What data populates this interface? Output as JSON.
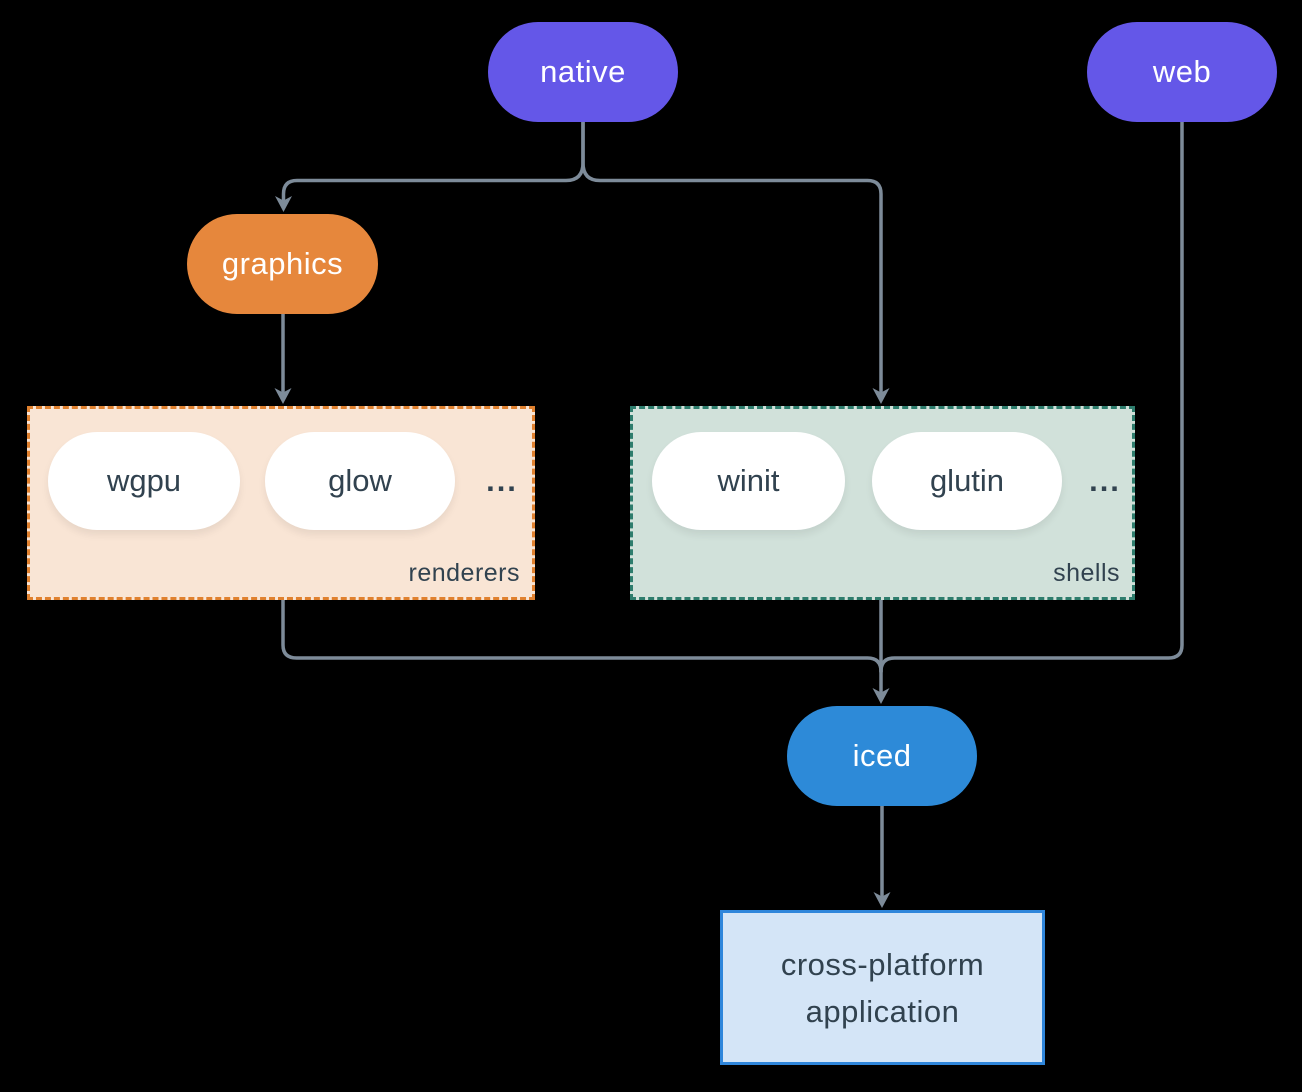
{
  "nodes": {
    "native": {
      "label": "native"
    },
    "web": {
      "label": "web"
    },
    "graphics": {
      "label": "graphics"
    },
    "iced": {
      "label": "iced"
    },
    "application": {
      "label": "cross-platform application"
    }
  },
  "groups": {
    "renderers": {
      "label": "renderers",
      "items": [
        "wgpu",
        "glow"
      ],
      "ellipsis": "..."
    },
    "shells": {
      "label": "shells",
      "items": [
        "winit",
        "glutin"
      ],
      "ellipsis": "..."
    }
  },
  "colors": {
    "background": "#000000",
    "purple": "#6457e8",
    "orange": "#e6873c",
    "orange_border": "#e0812f",
    "peach_bg": "#f9e5d5",
    "teal_border": "#2e7d6d",
    "sage_bg": "#d1e1da",
    "blue": "#2d8ad8",
    "app_bg": "#d4e5f7",
    "app_border": "#2f86db",
    "line": "#7d8b99",
    "dark_text": "#31424f",
    "white": "#ffffff"
  }
}
